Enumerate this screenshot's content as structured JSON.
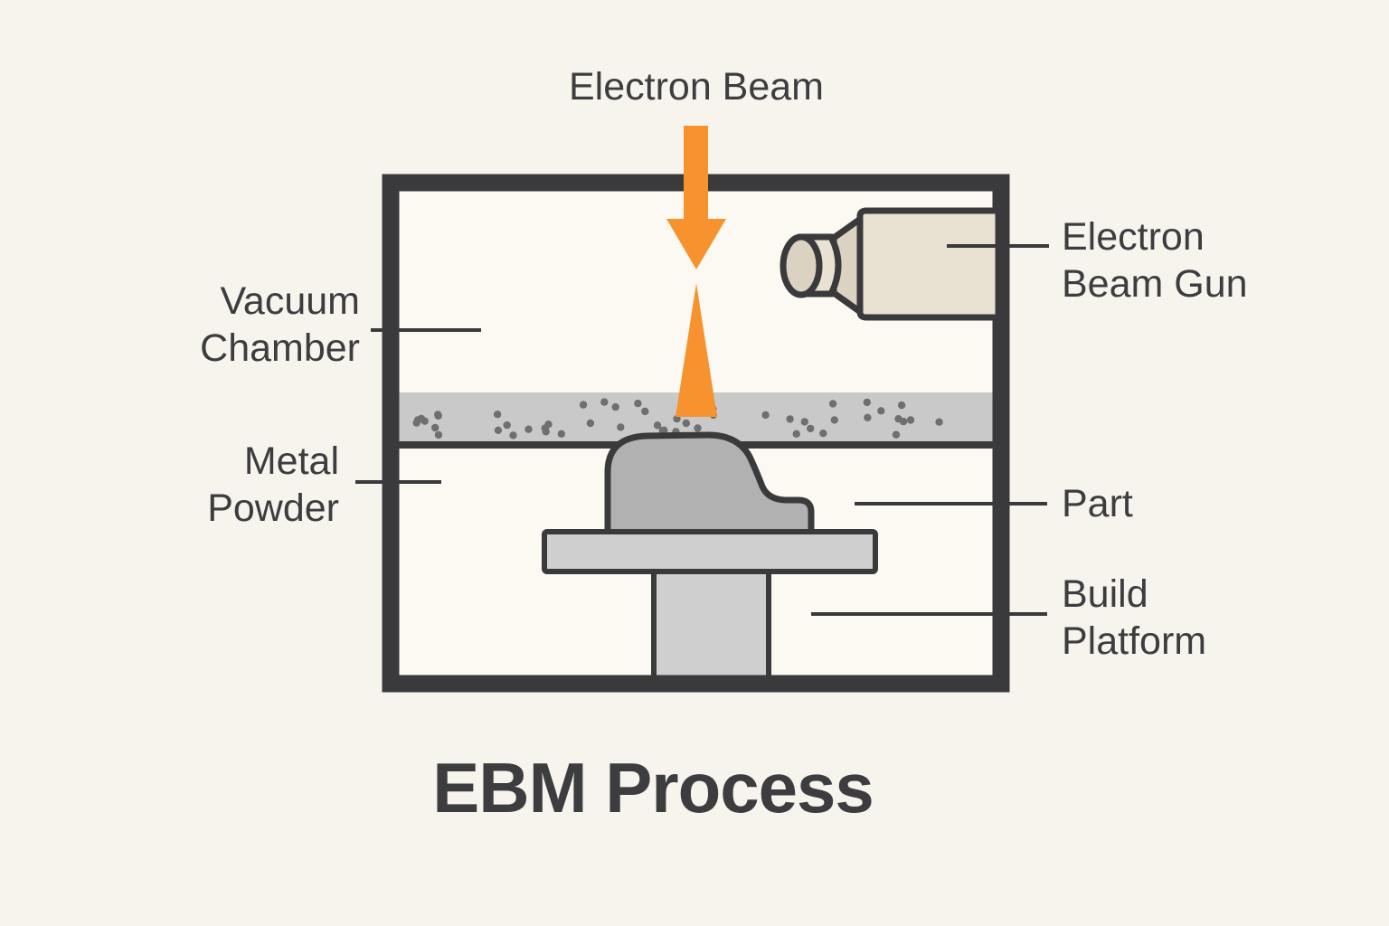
{
  "title": "EBM Process",
  "labels": {
    "electron_beam": "Electron Beam",
    "vacuum_chamber": [
      "Vacuum",
      "Chamber"
    ],
    "metal_powder": [
      "Metal",
      "Powder"
    ],
    "electron_beam_gun": [
      "Electron",
      "Beam Gun"
    ],
    "part": "Part",
    "build_platform": [
      "Build",
      "Platform"
    ]
  },
  "colors": {
    "background": "#f7f4ee",
    "chamber_interior": "#fbf9f2",
    "ink": "#3a3a3c",
    "text": "#3d3d3f",
    "orange": "#f7932e",
    "powder_gray": "#c9c9c9",
    "powder_dot": "#6f6f6f",
    "part_gray": "#b1b1b1",
    "platform_gray": "#cfcfcf",
    "gun_beige": "#e9e1d2",
    "gun_beige_dark": "#dbd2c1"
  }
}
